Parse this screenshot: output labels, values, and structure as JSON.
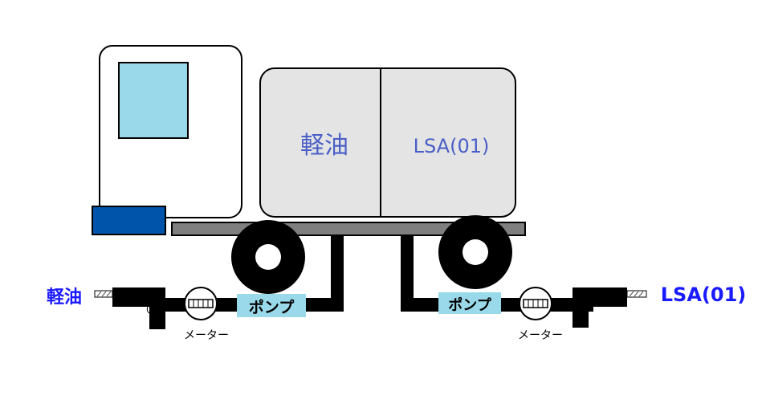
{
  "tank": {
    "left_compartment_label": "軽油",
    "right_compartment_label": "LSA(01)"
  },
  "left_line": {
    "outlet_label": "軽油",
    "pump_label": "ポンプ",
    "meter_label": "メーター"
  },
  "right_line": {
    "outlet_label": "LSA(01)",
    "pump_label": "ポンプ",
    "meter_label": "メーター"
  },
  "colors": {
    "cab_window": "#99d9ea",
    "bumper": "#0055aa",
    "tank_fill": "#e4e4e4",
    "chassis": "#7f7f7f",
    "pump_box": "#99d9ea",
    "tank_text": "#4a5fc7",
    "outlet_text": "#1a1aff"
  }
}
